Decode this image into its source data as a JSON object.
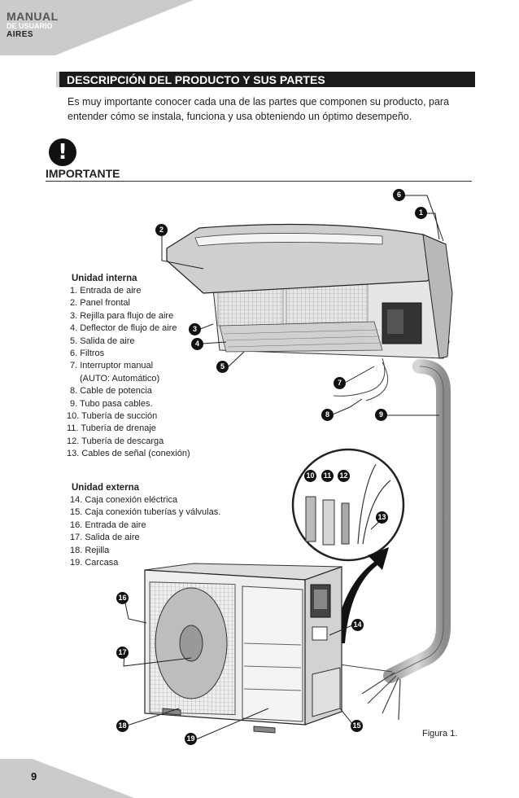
{
  "header": {
    "brand_line1": "MANUAL",
    "brand_line2": "DE USUARIO",
    "brand_line3": "AIRES"
  },
  "section": {
    "title": "DESCRIPCIÓN DEL PRODUCTO Y SUS PARTES",
    "intro": "Es muy importante conocer cada una de las partes que componen su producto, para entender cómo se instala, funciona y usa obteniendo un óptimo desempeño."
  },
  "important": {
    "icon": "exclamation-icon",
    "icon_glyph": "!",
    "label": "IMPORTANTE"
  },
  "indoor_unit": {
    "title": "Unidad interna",
    "items": [
      "1. Entrada de aire",
      "2. Panel frontal",
      "3. Rejilla para flujo de aire",
      "4. Deflector de flujo de aire",
      "5. Salida de aire",
      "6. Filtros",
      "7. Interruptor manual",
      "(AUTO: Automático)",
      "8. Cable de potencia",
      "9. Tubo pasa cables.",
      "10. Tubería de succión",
      "11. Tubería de drenaje",
      "12. Tubería de descarga",
      "13. Cables de señal (conexión)"
    ]
  },
  "outdoor_unit": {
    "title": "Unidad externa",
    "items": [
      "14. Caja conexión eléctrica",
      "15. Caja conexión tuberías y válvulas.",
      "16. Entrada de aire",
      "17. Salida de aire",
      "18. Rejilla",
      "19. Carcasa"
    ]
  },
  "callouts": [
    "1",
    "2",
    "3",
    "4",
    "5",
    "6",
    "7",
    "8",
    "9",
    "10",
    "11",
    "12",
    "13",
    "14",
    "15",
    "16",
    "17",
    "18",
    "19"
  ],
  "figure_caption": "Figura 1.",
  "page_number": "9",
  "colors": {
    "section_bar": "#1a1a1a",
    "corner_tab": "#c9c9c9",
    "text": "#222222"
  }
}
